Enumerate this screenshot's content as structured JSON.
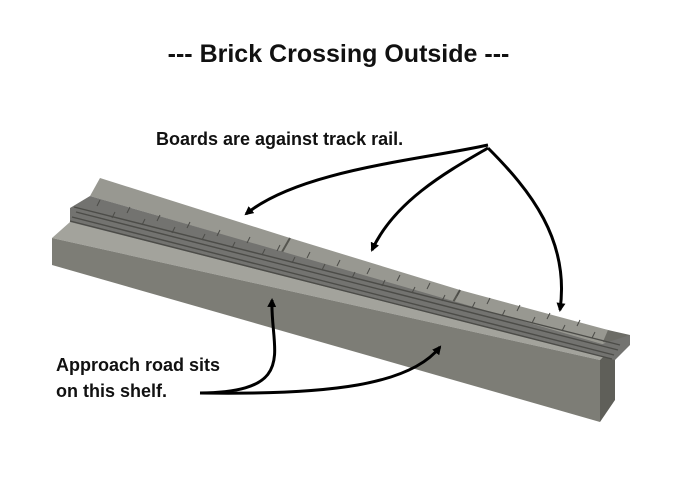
{
  "title": "--- Brick Crossing Outside ---",
  "annotations": {
    "boards": "Boards are against track rail.",
    "approach_line1": "Approach road sits",
    "approach_line2": "on this shelf."
  },
  "colors": {
    "model_face": "#8a8a83",
    "model_top": "#a6a69f",
    "model_dark": "#5f5f59",
    "brick": "#7b7b74",
    "arrow": "#000000"
  },
  "model": {
    "board_count": 3,
    "brick_rows": 4
  }
}
